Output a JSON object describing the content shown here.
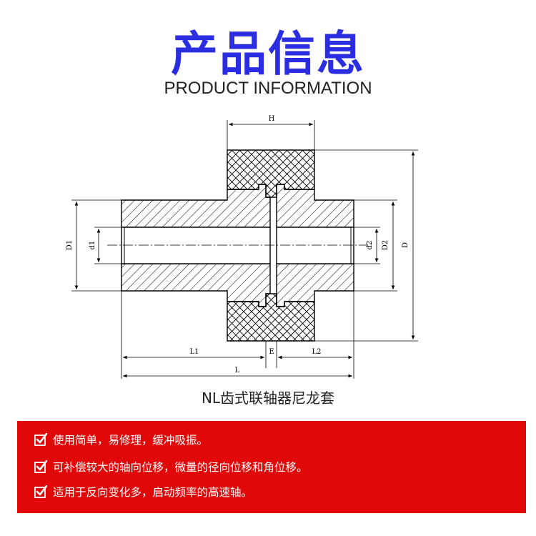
{
  "header": {
    "title_cn": "产品信息",
    "title_en": "PRODUCT INFORMATION"
  },
  "diagram": {
    "labels": {
      "H": "H",
      "D": "D",
      "D1": "D1",
      "D2": "D2",
      "d1": "d1",
      "d2": "d2",
      "L1": "L1",
      "L2": "L2",
      "E": "E",
      "L": "L"
    }
  },
  "caption": "NL齿式联轴器尼龙套",
  "features": [
    "使用简单，易修理，缓冲吸振。",
    "可补偿较大的轴向位移，微量的径向位移和角位移。",
    "适用于反向变化多，启动频率的高速轴。"
  ],
  "colors": {
    "title": "#2a2de0",
    "feature_bg": "#e00808",
    "feature_text": "#ffffff"
  },
  "icons": {
    "feature_check": "checkbox-checked-icon"
  }
}
